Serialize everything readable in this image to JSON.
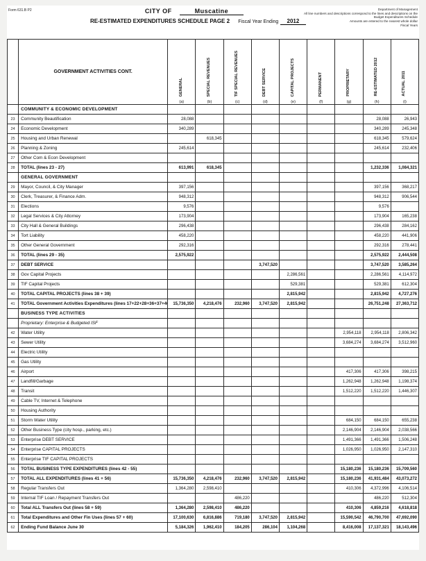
{
  "page": {
    "form_number": "Form 631.B P2",
    "title_prefix": "CITY OF",
    "city_name": "Muscatine",
    "schedule_title": "RE-ESTIMATED  EXPENDITURES SCHEDULE PAGE 2",
    "fiscal_label": "Fiscal Year Ending",
    "fiscal_year": "2012",
    "notes": [
      "Department of Management",
      "All line numbers and descriptions correspond to the lines and descriptions on the Budget Expenditures Schedule",
      "Amounts are entered to the nearest whole dollar",
      "Fiscal Years"
    ]
  },
  "table": {
    "label_header": "GOVERNMENT ACTIVITIES CONT.",
    "line_no_header": "",
    "columns": [
      {
        "name": "GENERAL",
        "letter": "(a)"
      },
      {
        "name": "SPECIAL REVENUES",
        "letter": "(b)"
      },
      {
        "name": "TIF SPECIAL REVENUES",
        "letter": "(c)"
      },
      {
        "name": "DEBT SERVICE",
        "letter": "(d)"
      },
      {
        "name": "CAPITAL PROJECTS",
        "letter": "(e)"
      },
      {
        "name": "PERMANENT",
        "letter": "(f)"
      },
      {
        "name": "PROPRIETARY",
        "letter": "(g)"
      },
      {
        "name": "RE-ESTIMATED 2012",
        "letter": "(h)"
      },
      {
        "name": "ACTUAL 2011",
        "letter": "(i)"
      }
    ],
    "rows": [
      {
        "type": "section",
        "label": "COMMUNITY & ECONOMIC DEVELOPMENT",
        "num": "",
        "values": [
          "",
          "",
          "",
          "",
          "",
          "",
          "",
          "",
          ""
        ]
      },
      {
        "type": "data",
        "num": "23",
        "label": "Community Beautification",
        "values": [
          "28,088",
          "",
          "",
          "",
          "",
          "",
          "",
          "28,088",
          "26,943"
        ]
      },
      {
        "type": "data",
        "num": "24",
        "label": "Economic Development",
        "values": [
          "340,289",
          "",
          "",
          "",
          "",
          "",
          "",
          "340,289",
          "245,348"
        ]
      },
      {
        "type": "data",
        "num": "25",
        "label": "Housing and Urban Renewal",
        "values": [
          "",
          "618,345",
          "",
          "",
          "",
          "",
          "",
          "618,345",
          "579,624"
        ]
      },
      {
        "type": "data",
        "num": "26",
        "label": "Planning & Zoning",
        "values": [
          "245,614",
          "",
          "",
          "",
          "",
          "",
          "",
          "245,614",
          "232,406"
        ]
      },
      {
        "type": "data",
        "num": "27",
        "label": "Other Com & Econ Development",
        "values": [
          "",
          "",
          "",
          "",
          "",
          "",
          "",
          "",
          ""
        ]
      },
      {
        "type": "data",
        "num": "28",
        "label": "TOTAL (lines 23 - 27)",
        "bold": true,
        "values": [
          "613,991",
          "618,345",
          "",
          "",
          "",
          "",
          "",
          "1,232,336",
          "1,084,321"
        ]
      },
      {
        "type": "section",
        "label": "GENERAL GOVERNMENT",
        "num": "",
        "values": [
          "",
          "",
          "",
          "",
          "",
          "",
          "",
          "",
          ""
        ]
      },
      {
        "type": "data",
        "num": "29",
        "label": "Mayor, Council, & City Manager",
        "values": [
          "397,156",
          "",
          "",
          "",
          "",
          "",
          "",
          "397,156",
          "368,217"
        ]
      },
      {
        "type": "data",
        "num": "30",
        "label": "Clerk, Treasurer, & Finance Adm.",
        "values": [
          "948,312",
          "",
          "",
          "",
          "",
          "",
          "",
          "948,312",
          "906,544"
        ]
      },
      {
        "type": "data",
        "num": "31",
        "label": "Elections",
        "values": [
          "9,576",
          "",
          "",
          "",
          "",
          "",
          "",
          "9,576",
          ""
        ]
      },
      {
        "type": "data",
        "num": "32",
        "label": "Legal Services & City Attorney",
        "values": [
          "173,904",
          "",
          "",
          "",
          "",
          "",
          "",
          "173,904",
          "165,238"
        ]
      },
      {
        "type": "data",
        "num": "33",
        "label": "City Hall & General Buildings",
        "values": [
          "296,438",
          "",
          "",
          "",
          "",
          "",
          "",
          "296,438",
          "284,162"
        ]
      },
      {
        "type": "data",
        "num": "34",
        "label": "Tort Liability",
        "values": [
          "458,220",
          "",
          "",
          "",
          "",
          "",
          "",
          "458,220",
          "441,906"
        ]
      },
      {
        "type": "data",
        "num": "35",
        "label": "Other General Government",
        "values": [
          "292,316",
          "",
          "",
          "",
          "",
          "",
          "",
          "292,316",
          "278,441"
        ]
      },
      {
        "type": "data",
        "num": "36",
        "label": "TOTAL (lines 29 - 35)",
        "bold": true,
        "values": [
          "2,575,922",
          "",
          "",
          "",
          "",
          "",
          "",
          "2,575,922",
          "2,444,508"
        ]
      },
      {
        "type": "data",
        "num": "37",
        "label": "DEBT SERVICE",
        "bold": true,
        "values": [
          "",
          "",
          "",
          "3,747,520",
          "",
          "",
          "",
          "3,747,520",
          "3,585,264"
        ]
      },
      {
        "type": "data",
        "num": "38",
        "label": "Gov Capital Projects",
        "values": [
          "",
          "",
          "",
          "",
          "2,286,561",
          "",
          "",
          "2,286,561",
          "4,114,972"
        ]
      },
      {
        "type": "data",
        "num": "39",
        "label": "TIF Capital Projects",
        "values": [
          "",
          "",
          "",
          "",
          "529,381",
          "",
          "",
          "529,381",
          "612,304"
        ]
      },
      {
        "type": "data",
        "num": "40",
        "label": "TOTAL CAPITAL PROJECTS (lines 38 + 39)",
        "bold": true,
        "values": [
          "",
          "",
          "",
          "",
          "2,815,942",
          "",
          "",
          "2,815,942",
          "4,727,276"
        ]
      },
      {
        "type": "data",
        "num": "41",
        "label": "TOTAL Government Activities Expenditures (lines 17+22+28+36+37+40)",
        "bold": true,
        "values": [
          "15,736,350",
          "4,218,476",
          "232,960",
          "3,747,520",
          "2,815,942",
          "",
          "",
          "26,751,248",
          "27,363,712"
        ]
      },
      {
        "type": "section",
        "label": "BUSINESS TYPE ACTIVITIES",
        "num": "",
        "values": [
          "",
          "",
          "",
          "",
          "",
          "",
          "",
          "",
          ""
        ]
      },
      {
        "type": "subsection",
        "label": "Proprietary: Enterprise & Budgeted ISF",
        "num": "",
        "values": [
          "",
          "",
          "",
          "",
          "",
          "",
          "",
          "",
          ""
        ]
      },
      {
        "type": "data",
        "num": "42",
        "label": "Water Utility",
        "values": [
          "",
          "",
          "",
          "",
          "",
          "",
          "2,954,118",
          "2,954,118",
          "2,806,342"
        ]
      },
      {
        "type": "data",
        "num": "43",
        "label": "Sewer Utility",
        "values": [
          "",
          "",
          "",
          "",
          "",
          "",
          "3,684,274",
          "3,684,274",
          "3,512,960"
        ]
      },
      {
        "type": "data",
        "num": "44",
        "label": "Electric Utility",
        "values": [
          "",
          "",
          "",
          "",
          "",
          "",
          "",
          "",
          ""
        ]
      },
      {
        "type": "data",
        "num": "45",
        "label": "Gas Utility",
        "values": [
          "",
          "",
          "",
          "",
          "",
          "",
          "",
          "",
          ""
        ]
      },
      {
        "type": "data",
        "num": "46",
        "label": "Airport",
        "values": [
          "",
          "",
          "",
          "",
          "",
          "",
          "417,306",
          "417,306",
          "398,215"
        ]
      },
      {
        "type": "data",
        "num": "47",
        "label": "Landfill/Garbage",
        "values": [
          "",
          "",
          "",
          "",
          "",
          "",
          "1,262,948",
          "1,262,948",
          "1,198,374"
        ]
      },
      {
        "type": "data",
        "num": "48",
        "label": "Transit",
        "values": [
          "",
          "",
          "",
          "",
          "",
          "",
          "1,512,220",
          "1,512,220",
          "1,446,307"
        ]
      },
      {
        "type": "data",
        "num": "49",
        "label": "Cable TV, Internet & Telephone",
        "values": [
          "",
          "",
          "",
          "",
          "",
          "",
          "",
          "",
          ""
        ]
      },
      {
        "type": "data",
        "num": "50",
        "label": "Housing Authority",
        "values": [
          "",
          "",
          "",
          "",
          "",
          "",
          "",
          "",
          ""
        ]
      },
      {
        "type": "data",
        "num": "51",
        "label": "Storm Water Utility",
        "values": [
          "",
          "",
          "",
          "",
          "",
          "",
          "684,150",
          "684,150",
          "655,238"
        ]
      },
      {
        "type": "data",
        "num": "52",
        "label": "Other Business Type (city hosp., parking, etc.)",
        "values": [
          "",
          "",
          "",
          "",
          "",
          "",
          "2,146,904",
          "2,146,904",
          "2,038,566"
        ]
      },
      {
        "type": "data",
        "num": "53",
        "label": "Enterprise DEBT SERVICE",
        "values": [
          "",
          "",
          "",
          "",
          "",
          "",
          "1,491,366",
          "1,491,366",
          "1,506,248"
        ]
      },
      {
        "type": "data",
        "num": "54",
        "label": "Enterprise CAPITAL PROJECTS",
        "values": [
          "",
          "",
          "",
          "",
          "",
          "",
          "1,026,950",
          "1,026,950",
          "2,147,310"
        ]
      },
      {
        "type": "data",
        "num": "55",
        "label": "Enterprise TIF CAPITAL PROJECTS",
        "values": [
          "",
          "",
          "",
          "",
          "",
          "",
          "",
          "",
          ""
        ]
      },
      {
        "type": "data",
        "num": "56",
        "label": "TOTAL BUSINESS TYPE EXPENDITURES (lines 42 - 55)",
        "bold": true,
        "values": [
          "",
          "",
          "",
          "",
          "",
          "",
          "15,180,236",
          "15,180,236",
          "15,709,560"
        ]
      },
      {
        "type": "data",
        "num": "57",
        "label": "TOTAL ALL EXPENDITURES (lines 41 + 56)",
        "bold": true,
        "values": [
          "15,736,350",
          "4,218,476",
          "232,960",
          "3,747,520",
          "2,815,942",
          "",
          "15,180,236",
          "41,931,484",
          "43,073,272"
        ]
      },
      {
        "type": "data",
        "num": "58",
        "label": "Regular Transfers Out",
        "values": [
          "1,364,280",
          "2,598,410",
          "",
          "",
          "",
          "",
          "410,306",
          "4,372,996",
          "4,106,514"
        ]
      },
      {
        "type": "data",
        "num": "59",
        "label": "Internal TIF Loan / Repayment Transfers Out",
        "values": [
          "",
          "",
          "486,220",
          "",
          "",
          "",
          "",
          "486,220",
          "512,304"
        ]
      },
      {
        "type": "data",
        "num": "60",
        "label": "Total ALL Transfers Out (lines 58 + 59)",
        "bold": true,
        "values": [
          "1,364,280",
          "2,598,410",
          "486,220",
          "",
          "",
          "",
          "410,306",
          "4,859,216",
          "4,618,818"
        ]
      },
      {
        "type": "data",
        "num": "61",
        "label": "Total Expenditures and Other Fin Uses (lines 57 + 60)",
        "bold": true,
        "values": [
          "17,100,630",
          "6,816,886",
          "719,180",
          "3,747,520",
          "2,815,942",
          "",
          "15,590,542",
          "46,790,700",
          "47,692,090"
        ]
      },
      {
        "type": "data",
        "num": "62",
        "label": "Ending Fund Balance June 30",
        "bold": true,
        "values": [
          "5,184,326",
          "1,962,410",
          "184,205",
          "286,104",
          "1,104,268",
          "",
          "8,416,008",
          "17,137,321",
          "18,143,496"
        ]
      }
    ]
  }
}
